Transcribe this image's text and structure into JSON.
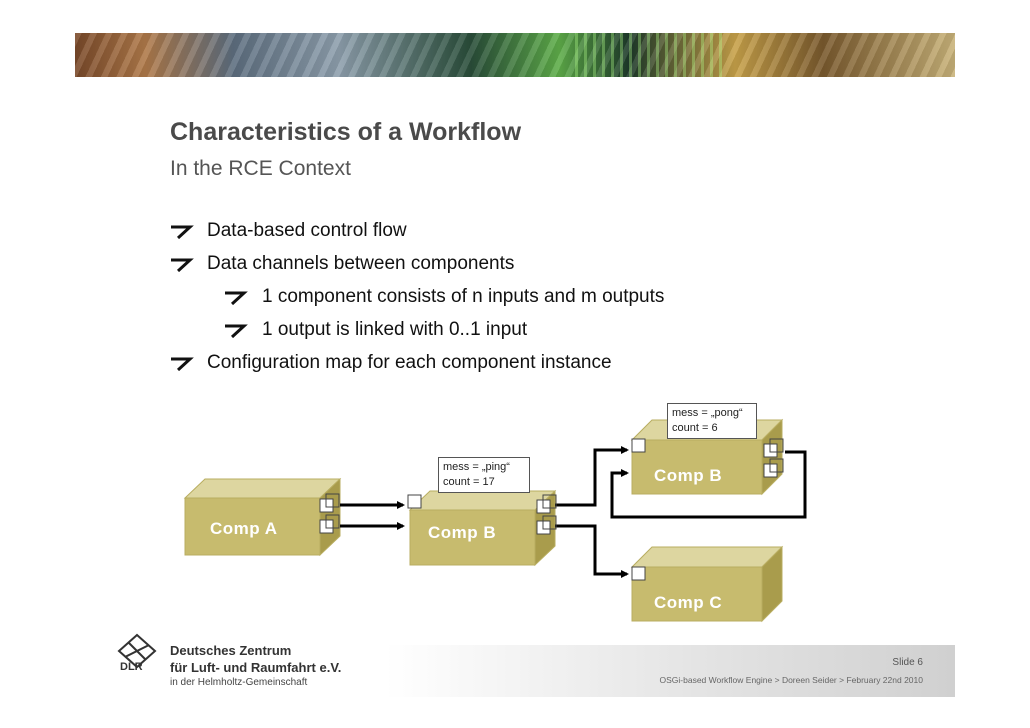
{
  "title": "Characteristics of a Workflow",
  "subtitle": "In the RCE Context",
  "bullets": [
    "Data-based control flow",
    "Data channels between components",
    "1 component consists of n inputs and m outputs",
    "1 output is linked with 0..1 input",
    "Configuration map for each component instance"
  ],
  "diagram": {
    "comp_a": "Comp A",
    "comp_b_mid": "Comp B",
    "comp_b_right": "Comp B",
    "comp_c": "Comp C",
    "note_ping_line1": "mess = „ping“",
    "note_ping_line2": "count = 17",
    "note_pong_line1": "mess = „pong“",
    "note_pong_line2": "count = 6",
    "box_color": "#c7bb6e"
  },
  "footer": {
    "org_line1": "Deutsches Zentrum",
    "org_line2": "für Luft- und Raumfahrt e.V.",
    "org_line3": "in der Helmholtz-Gemeinschaft",
    "dlr": "DLR",
    "slide": "Slide 6",
    "meta": "OSGi-based Workflow Engine > Doreen Seider > February 22nd 2010"
  }
}
